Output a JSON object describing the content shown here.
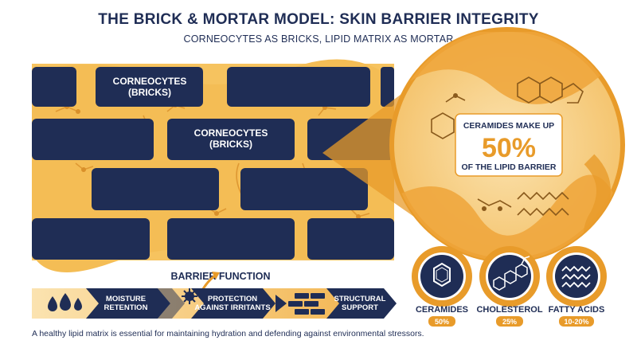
{
  "title": "THE BRICK & MORTAR MODEL: SKIN BARRIER INTEGRITY",
  "subtitle": "CORNEOCYTES AS BRICKS, LIPID MATRIX AS MORTAR",
  "bricks": {
    "label_top": "CORNEOCYTES\n(BRICKS)",
    "label_mid": "CORNEOCYTES\n(BRICKS)"
  },
  "callout": {
    "line1": "CERAMIDES MAKE UP",
    "percent": "50%",
    "line2": "OF THE LIPID BARRIER"
  },
  "barrier_function": {
    "title": "BARRIER FUNCTION",
    "steps": [
      {
        "label": "MOISTURE\nRETENTION",
        "icon": "water-drops-icon"
      },
      {
        "label": "PROTECTION\nAGAINST IRRITANTS",
        "icon": "germ-icon"
      },
      {
        "label": "STRUCTURAL\nSUPPORT",
        "icon": "bricks-icon"
      }
    ]
  },
  "components": [
    {
      "name": "CERAMIDES",
      "percent": "50%",
      "icon": "benzene-ring-icon"
    },
    {
      "name": "CHOLESTEROL",
      "percent": "25%",
      "icon": "steroid-structure-icon"
    },
    {
      "name": "FATTY ACIDS",
      "percent": "10-20%",
      "icon": "fatty-chains-icon"
    }
  ],
  "footnote": "A healthy lipid matrix is essential for maintaining hydration and defending against environmental stressors.",
  "colors": {
    "navy": "#1f2d55",
    "mortar": "#f6c35f",
    "mortar_dark": "#e89b2a",
    "cream": "#fbe3b0"
  }
}
